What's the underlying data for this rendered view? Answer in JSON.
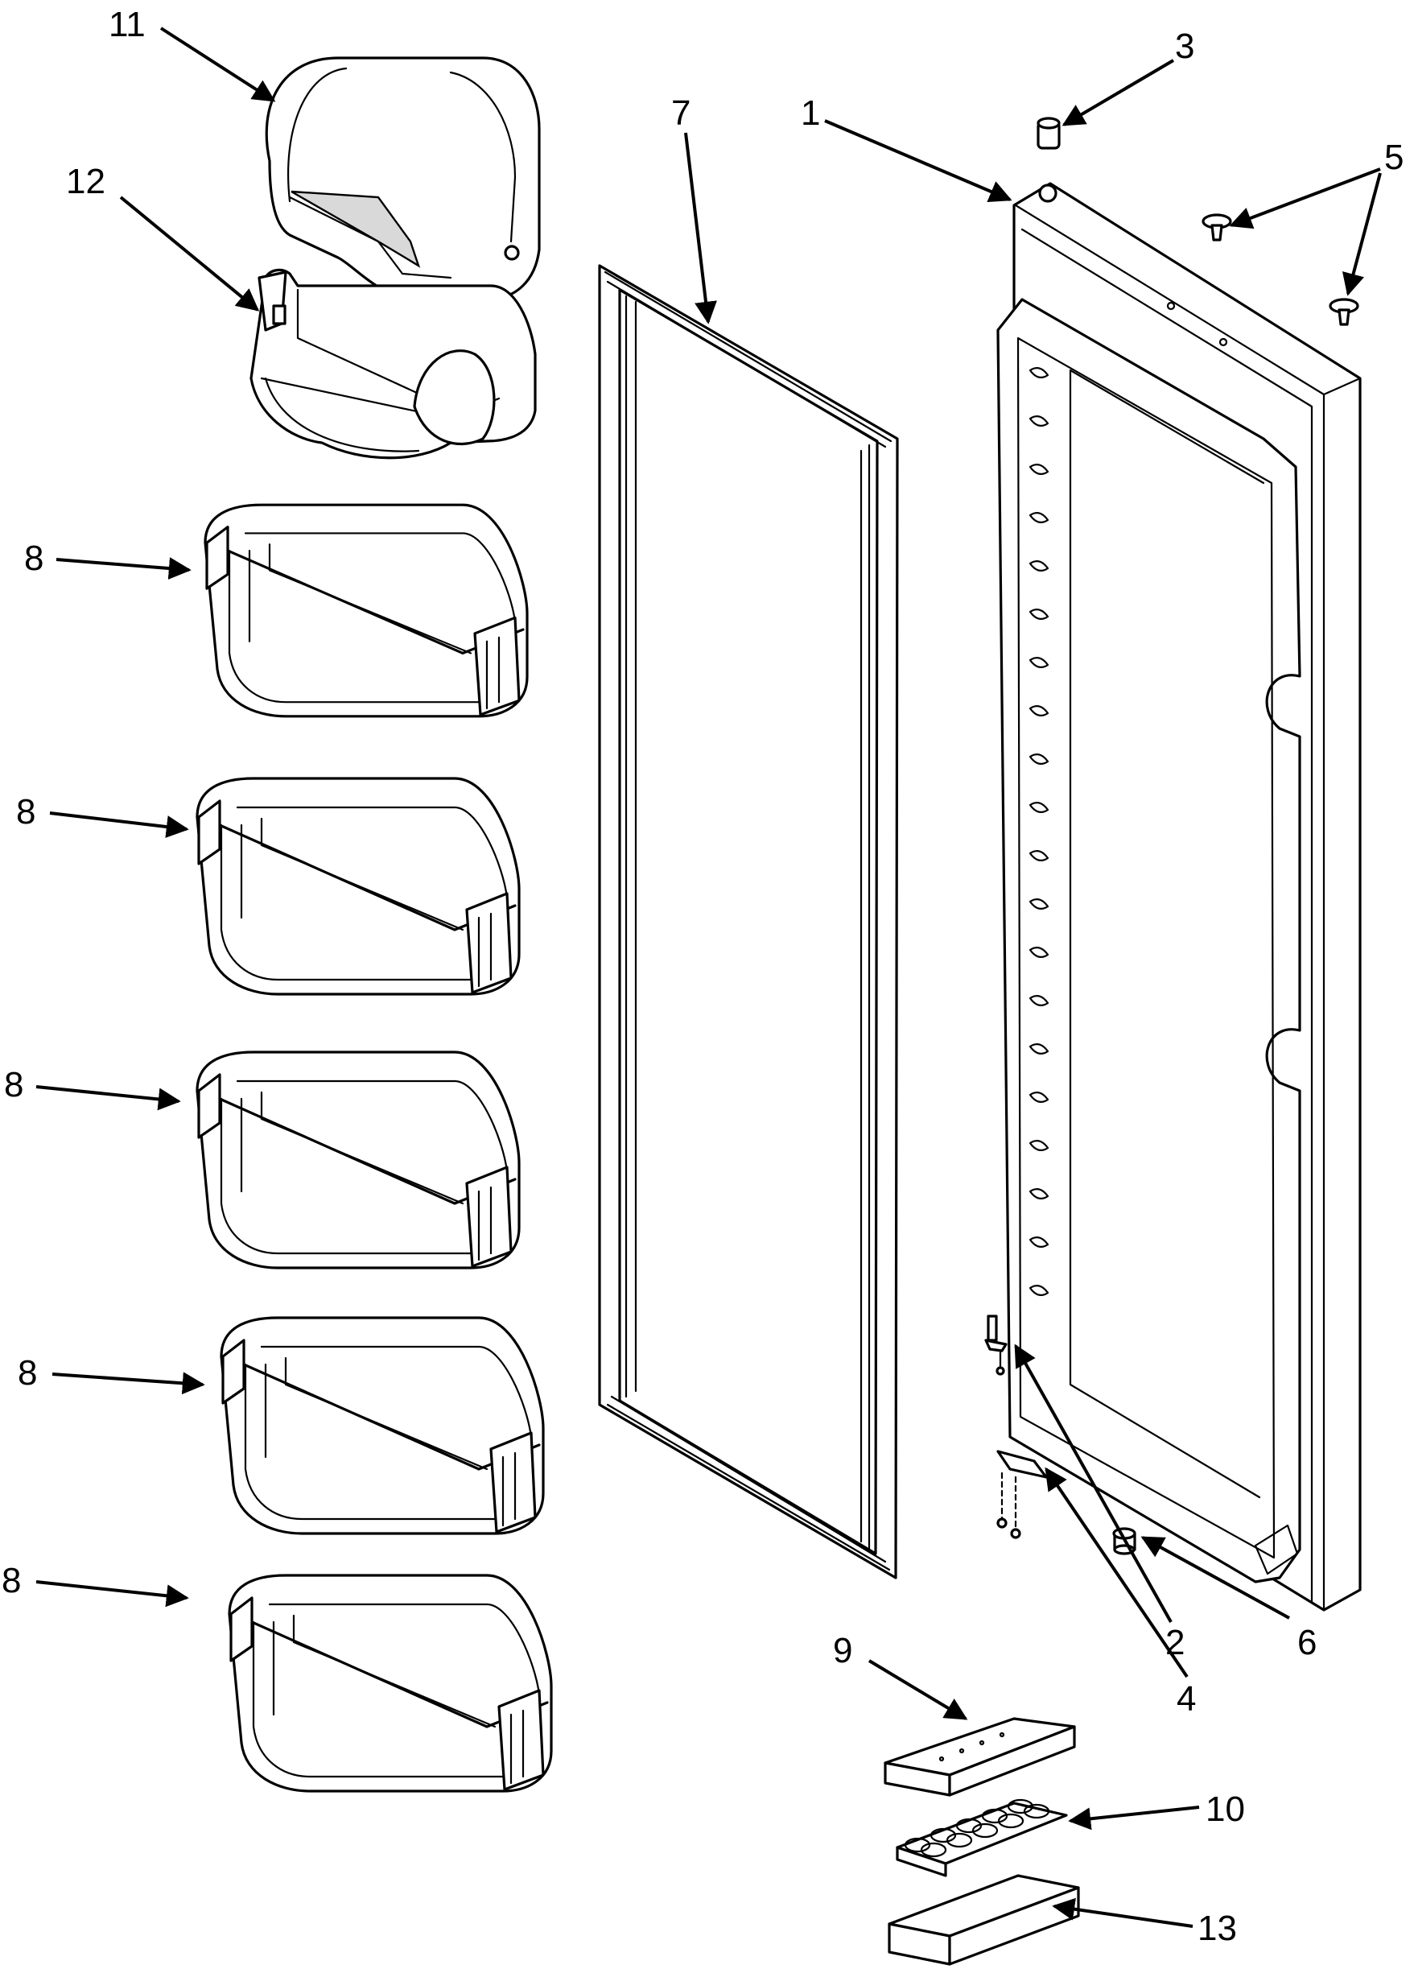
{
  "callouts": [
    {
      "id": "c1",
      "text": "1"
    },
    {
      "id": "c2",
      "text": "2"
    },
    {
      "id": "c3",
      "text": "3"
    },
    {
      "id": "c4",
      "text": "4"
    },
    {
      "id": "c5",
      "text": "5"
    },
    {
      "id": "c6",
      "text": "6"
    },
    {
      "id": "c7",
      "text": "7"
    },
    {
      "id": "c8a",
      "text": "8"
    },
    {
      "id": "c8b",
      "text": "8"
    },
    {
      "id": "c8c",
      "text": "8"
    },
    {
      "id": "c8d",
      "text": "8"
    },
    {
      "id": "c8e",
      "text": "8"
    },
    {
      "id": "c9",
      "text": "9"
    },
    {
      "id": "c10",
      "text": "10"
    },
    {
      "id": "c11",
      "text": "11"
    },
    {
      "id": "c12",
      "text": "12"
    },
    {
      "id": "c13",
      "text": "13"
    }
  ]
}
